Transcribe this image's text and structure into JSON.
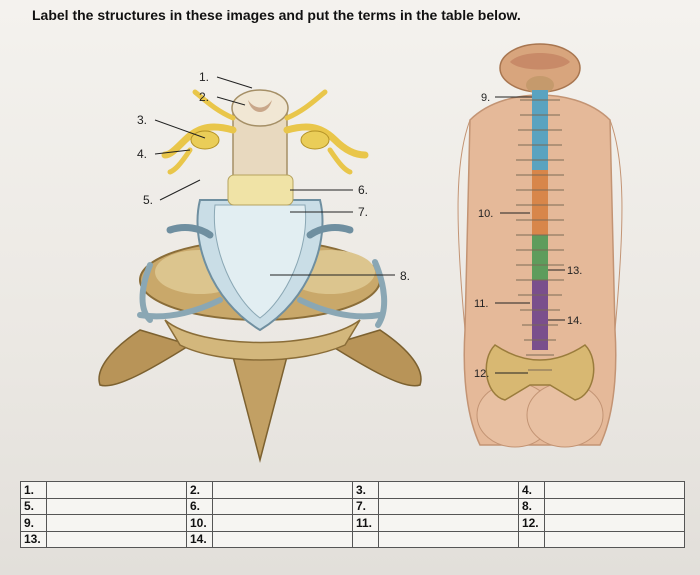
{
  "title": "Label the structures in these images and put the terms in the table below.",
  "left_figure_labels": [
    "1.",
    "2.",
    "3.",
    "4.",
    "5.",
    "6.",
    "7.",
    "8."
  ],
  "right_figure_labels": [
    "9.",
    "10.",
    "11.",
    "12.",
    "13.",
    "14."
  ],
  "table": {
    "rows": [
      [
        "1.",
        "2.",
        "3.",
        "4."
      ],
      [
        "5.",
        "6.",
        "7.",
        "8."
      ],
      [
        "9.",
        "10.",
        "11.",
        "12."
      ],
      [
        "13.",
        "14.",
        "",
        ""
      ]
    ]
  }
}
